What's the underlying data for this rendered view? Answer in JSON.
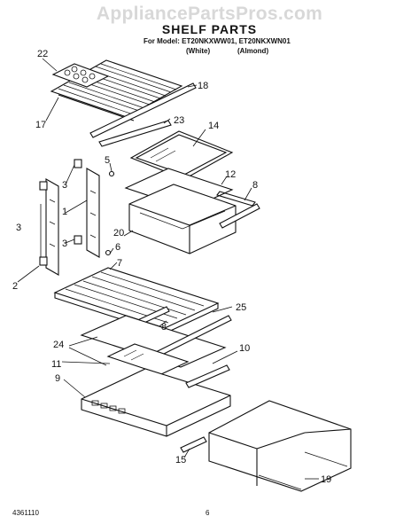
{
  "watermark": "AppliancePartsPros.com",
  "title": "SHELF PARTS",
  "model_line": "For Model: ET20NKXWW01, ET20NKXWN01",
  "white_label": "(White)",
  "almond_label": "(Almond)",
  "footer_number": "4361110",
  "page_number": "6",
  "callouts": [
    "22",
    "18",
    "17",
    "23",
    "14",
    "5",
    "12",
    "8",
    "3",
    "1",
    "3",
    "20",
    "6",
    "7",
    "3",
    "2",
    "25",
    "8",
    "24",
    "11",
    "10",
    "9",
    "15",
    "19"
  ]
}
